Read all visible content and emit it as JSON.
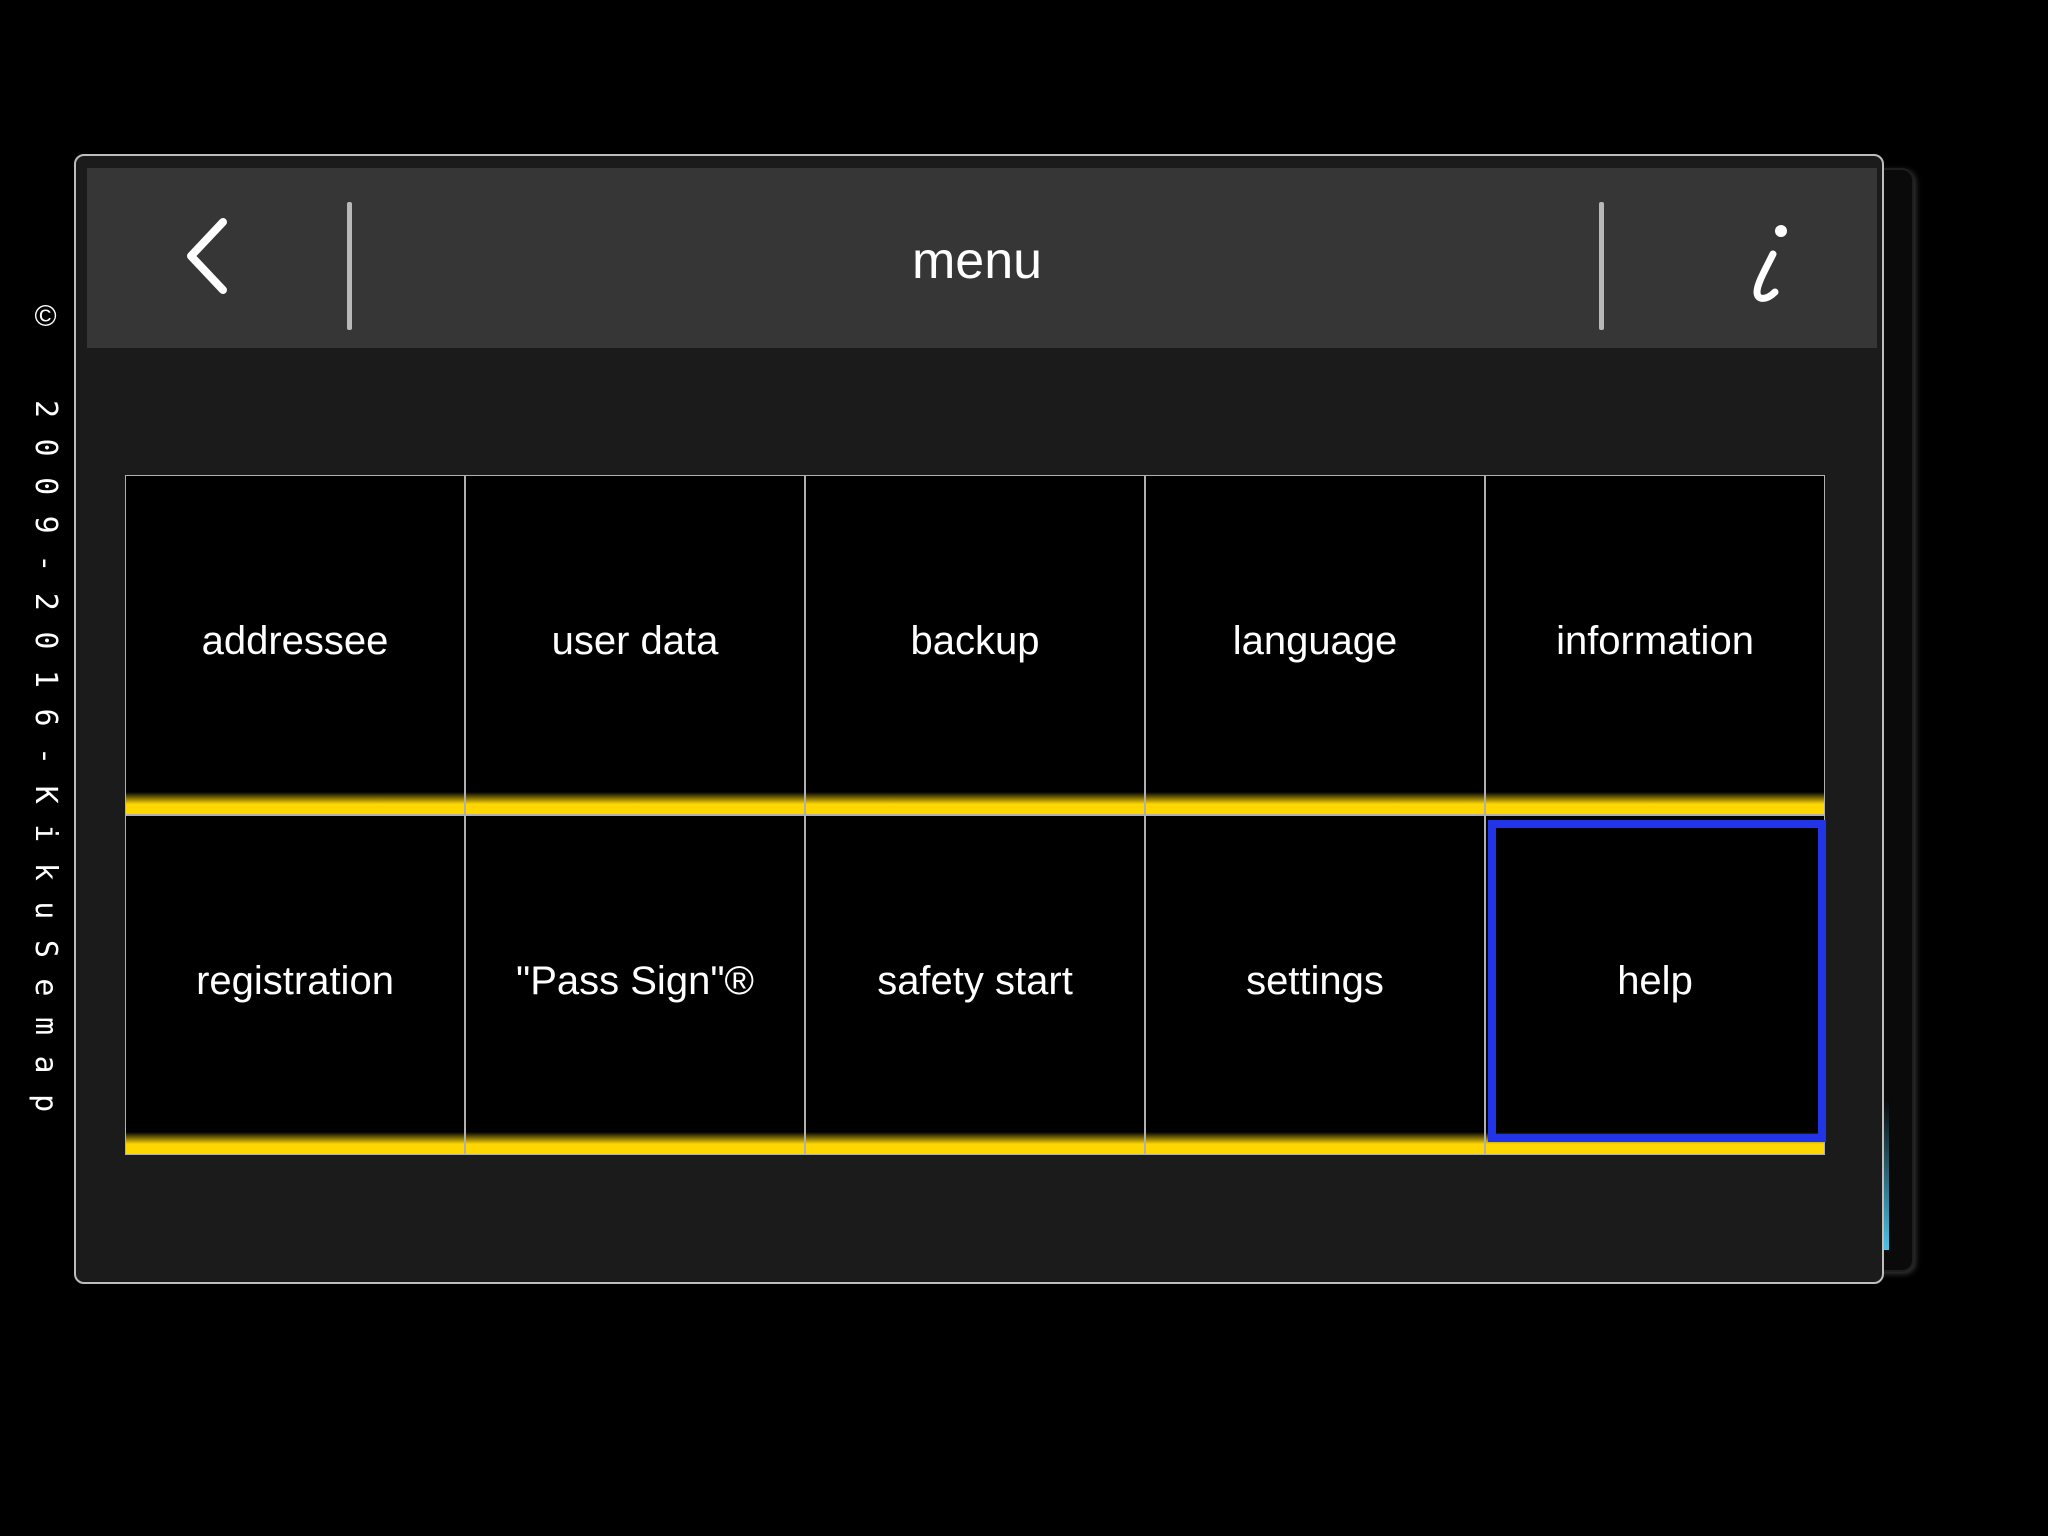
{
  "copyright": "2009-2016-KikuSemap",
  "copyright_symbol": "©",
  "header": {
    "title": "menu",
    "back_icon": "chevron-left-icon",
    "info_icon": "info-icon"
  },
  "menu": {
    "items": [
      {
        "label": "addressee"
      },
      {
        "label": "user data"
      },
      {
        "label": "backup"
      },
      {
        "label": "language"
      },
      {
        "label": "information"
      },
      {
        "label": "registration"
      },
      {
        "label": "\"Pass Sign\"®"
      },
      {
        "label": "safety start"
      },
      {
        "label": "settings"
      },
      {
        "label": "help"
      }
    ],
    "selected": "help"
  },
  "colors": {
    "background": "#000000",
    "panel": "#1b1b1b",
    "header": "#363636",
    "tile": "#000000",
    "accent_bar": "#ffd700",
    "focus": "#2235e6",
    "text": "#ffffff"
  }
}
